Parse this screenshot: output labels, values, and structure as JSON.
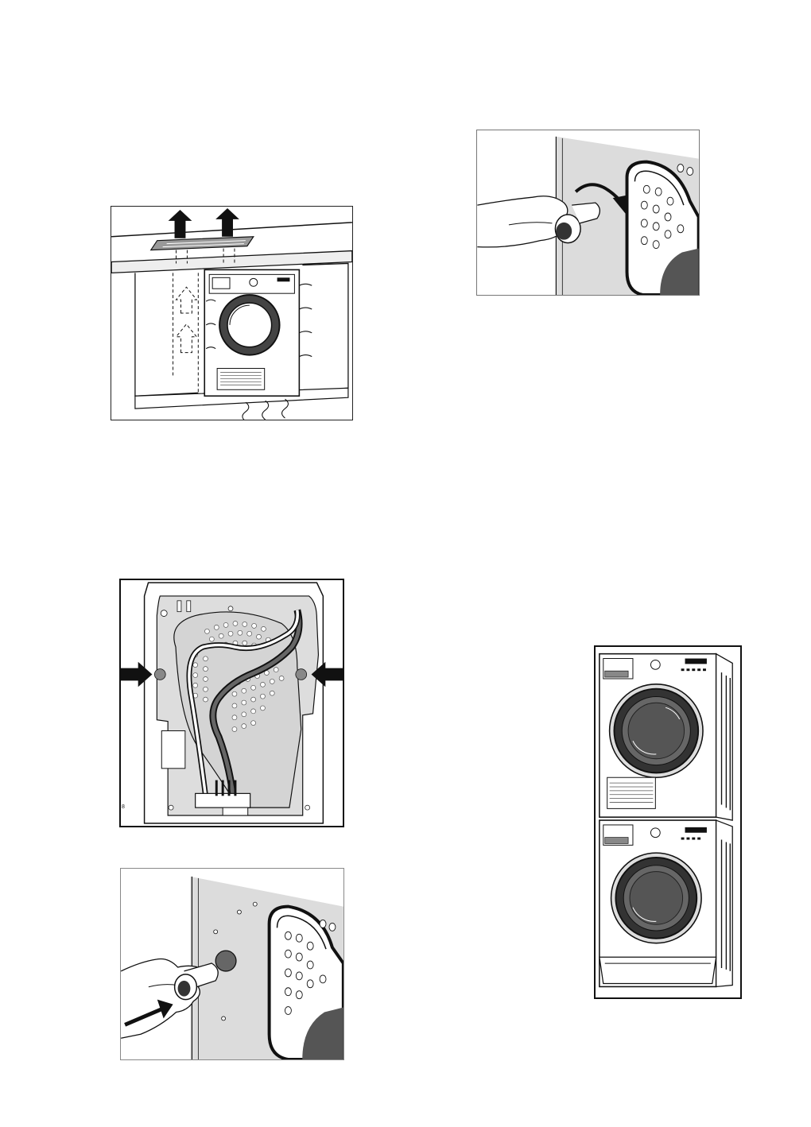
{
  "page": {
    "number": "8"
  },
  "figures": [
    {
      "id": "ventilation",
      "icon": "built-in-dryer-ventilation-icon"
    },
    {
      "id": "tap-turn",
      "icon": "tap-turn-icon"
    },
    {
      "id": "rear-panel",
      "icon": "rear-panel-hose-icon"
    },
    {
      "id": "tap-insert",
      "icon": "tap-insert-icon"
    },
    {
      "id": "stacked",
      "icon": "stacked-washer-dryer-icon"
    }
  ],
  "colors": {
    "line": "#111111",
    "panel": "#d9d9d9",
    "hose": "#555555",
    "paper": "#ffffff"
  }
}
